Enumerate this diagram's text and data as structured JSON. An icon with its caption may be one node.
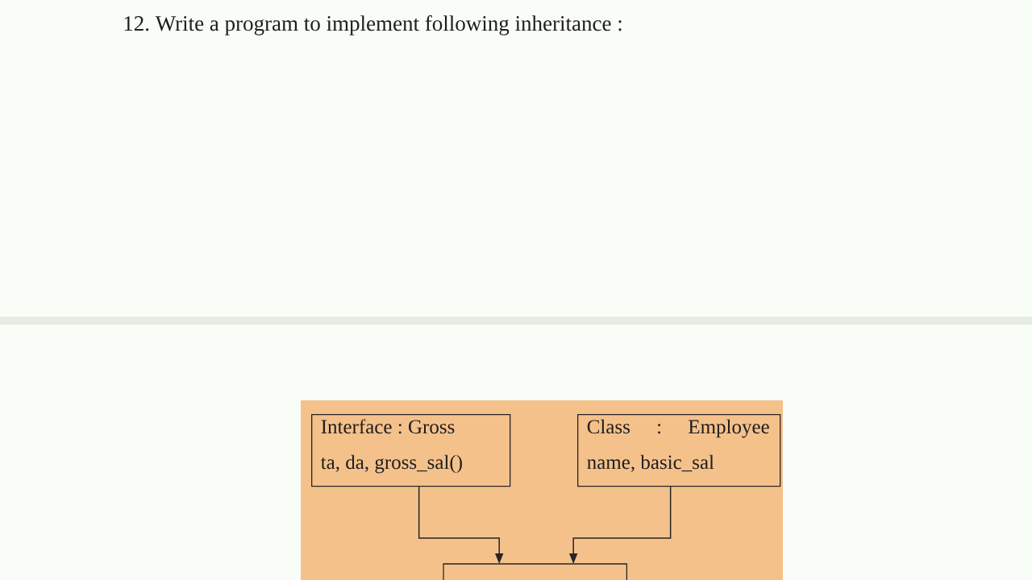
{
  "diagram": {
    "title": "12. Write a program to implement following inheritance :",
    "nodes": [
      {
        "text": [
          "Interface : Gross",
          "ta, da, gross_sal()"
        ]
      },
      {
        "text": [
          "Class : Employee",
          "name, basic_sal"
        ]
      },
      {
        "text": [],
        "shape": "box"
      }
    ],
    "edges": [
      {
        "from": 0,
        "to": 2,
        "arrow": "to"
      },
      {
        "from": 1,
        "to": 2,
        "arrow": "to"
      }
    ]
  }
}
